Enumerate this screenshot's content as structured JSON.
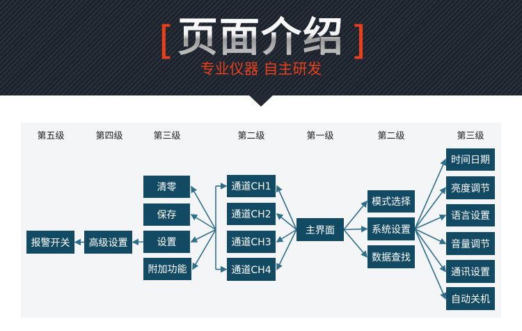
{
  "banner": {
    "title": "页面介绍",
    "bracket_left": "[",
    "bracket_right": "]",
    "subtitle": "专业仪器 自主研发"
  },
  "levels": [
    "第五级",
    "第四级",
    "第三级",
    "第二级",
    "第一级",
    "第二级",
    "第三级"
  ],
  "nodes": {
    "alarm": "报警开关",
    "advanced": "高级设置",
    "clear": "清零",
    "save": "保存",
    "settings": "设置",
    "extra": "附加功能",
    "ch1": "通道CH1",
    "ch2": "通道CH2",
    "ch3": "通道CH3",
    "ch4": "通道CH4",
    "main": "主界面",
    "mode": "模式选择",
    "system": "系统设置",
    "data": "数据查找",
    "datetime": "时间日期",
    "brightness": "亮度调节",
    "language": "语言设置",
    "volume": "音量调节",
    "comm": "通讯设置",
    "poweroff": "自动关机"
  },
  "colors": {
    "node": "#134a63",
    "line": "#2e6e8a",
    "accent": "#e8401c"
  }
}
